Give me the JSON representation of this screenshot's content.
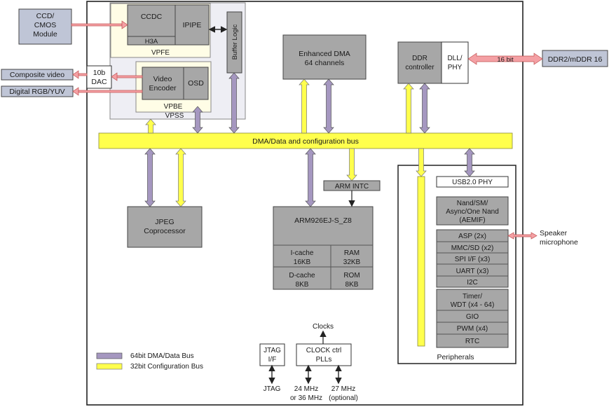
{
  "external": {
    "ccd_module": [
      "CCD/",
      "CMOS",
      "Module"
    ],
    "composite_video": "Composite video",
    "digital_rgb": "Digital RGB/YUV",
    "dac": [
      "10b",
      "DAC"
    ],
    "ddr_memory": "DDR2/mDDR 16",
    "ddr_width": "16 bit"
  },
  "vpss": {
    "ccdc": "CCDC",
    "h3a": "H3A",
    "ipipe": "IPIPE",
    "vpfe": "VPFE",
    "buffer_logic": "Buffer Logic",
    "video_encoder": [
      "Video",
      "Encoder"
    ],
    "osd": "OSD",
    "vpbe": "VPBE",
    "vpss": "VPSS"
  },
  "edma": [
    "Enhanced DMA",
    "64 channels"
  ],
  "ddr_controller": {
    "controller": [
      "DDR",
      "controller"
    ],
    "phy": [
      "DLL/",
      "PHY"
    ]
  },
  "bus_label": "DMA/Data and configuration bus",
  "jpeg": [
    "JPEG",
    "Coprocessor"
  ],
  "arm": {
    "intc": "ARM INTC",
    "core": "ARM926EJ-S_Z8",
    "icache": [
      "I-cache",
      "16KB"
    ],
    "ram": [
      "RAM",
      "32KB"
    ],
    "dcache": [
      "D-cache",
      "8KB"
    ],
    "rom": [
      "ROM",
      "8KB"
    ]
  },
  "peripherals": {
    "usb": "USB2.0 PHY",
    "nand": [
      "Nand/SM/",
      "Async/One Nand",
      "(AEMIF)"
    ],
    "asp": "ASP (2x)",
    "mmc": "MMC/SD (x2)",
    "spi": "SPI I/F (x3)",
    "uart": "UART (x3)",
    "i2c": "I2C",
    "timer": [
      "Timer/",
      "WDT (x4 - 64)"
    ],
    "gio": "GIO",
    "pwm": "PWM (x4)",
    "rtc": "RTC",
    "title": "Peripherals",
    "speaker": [
      "Speaker",
      "microphone"
    ]
  },
  "jtag": {
    "box": [
      "JTAG",
      "I/F"
    ],
    "label": "JTAG"
  },
  "clock": {
    "box": [
      "CLOCK ctrl",
      "PLLs"
    ],
    "clocks": "Clocks",
    "freq1": [
      "24 MHz",
      "or 36 MHz"
    ],
    "freq2": [
      "27 MHz",
      "(optional)"
    ]
  },
  "legend": {
    "dma_bus": "64bit DMA/Data Bus",
    "config_bus": "32bit Configuration Bus"
  },
  "colors": {
    "dma_bus": "#a597c0",
    "config_bus": "#ffff4d",
    "external_link": "#f4a0a4",
    "block_grey": "#a7a7a7",
    "external_box": "#bfc5d6"
  }
}
